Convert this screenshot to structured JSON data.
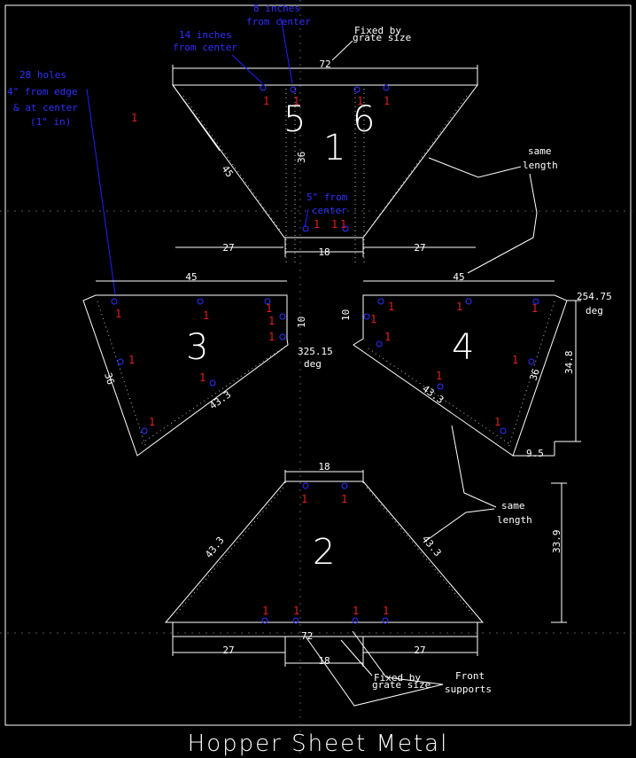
{
  "title": "Hopper Sheet Metal",
  "notes": {
    "holes28": [
      "28 holes",
      "4\" from edge",
      "& at center",
      "(1\" in)"
    ],
    "center14": [
      "14 inches",
      "from center"
    ],
    "center8": [
      "8 inches",
      "from center"
    ],
    "center5": [
      "5\" from",
      "center"
    ],
    "fixed_grate": [
      "Fixed by",
      "grate size"
    ],
    "same_length_a": [
      "same",
      "length"
    ],
    "same_length_b": [
      "same",
      "length"
    ],
    "front_supports": [
      "Front",
      "supports"
    ],
    "deg_325": [
      "325.15",
      "deg"
    ],
    "deg_254": [
      "254.75",
      "deg"
    ]
  },
  "part_labels": {
    "p1": "1",
    "p2": "2",
    "p3": "3",
    "p4": "4",
    "p5": "5",
    "p6": "6"
  },
  "dimensions": {
    "top_72": "72",
    "top_45": "45",
    "top_36": "36",
    "left_27": "27",
    "right_27": "27",
    "mid_18": "18",
    "p3_45": "45",
    "p3_10": "10",
    "p3_36": "36",
    "p3_433": "43.3",
    "p4_45": "45",
    "p4_10": "10",
    "p4_36": "36",
    "p4_433": "43.3",
    "p4_348": "34.8",
    "p4_95": "9.5",
    "p2_18": "18",
    "p2_433l": "43.3",
    "p2_433r": "43.3",
    "p2_339": "33.9",
    "b_72": "72",
    "b_27l": "27",
    "b_27r": "27",
    "b_18": "18"
  },
  "hole_marker": "1",
  "colors": {
    "background": "#000000",
    "lines": "#ffffff",
    "annotation": "#3030ff",
    "hole_number": "#e02020"
  }
}
